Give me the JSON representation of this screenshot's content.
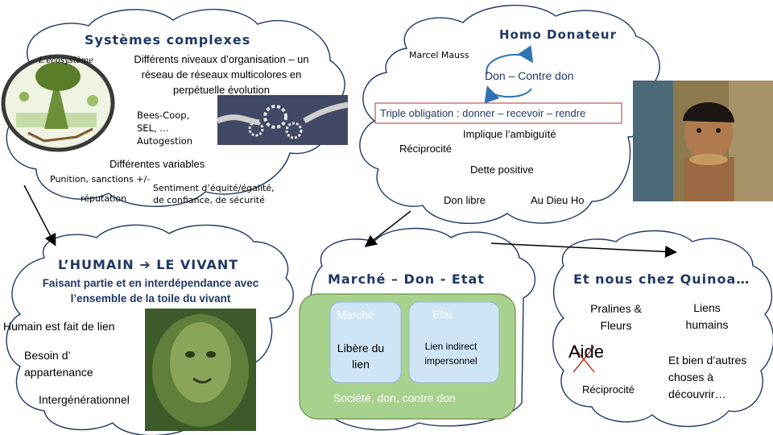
{
  "systemes": {
    "title": "Systèmes complexes",
    "desc": "Différents niveaux d’organisation – un réseau de réseaux multicolores en perpétuelle évolution",
    "examples": "Bees-Coop, SEL, … Autogestion",
    "variables_title": "Différentes variables",
    "var_punition": "Punition, sanctions +/-",
    "var_reputation": "réputation",
    "var_sentiment": "Sentiment d’équité/égalité, de confiance, de sécurité",
    "ecosystem_image_label": "L'écosystème"
  },
  "homo": {
    "title": "Homo Donateur",
    "author": "Marcel Mauss",
    "cycle": "Don – Contre don",
    "triple": "Triple obligation : donner – recevoir – rendre",
    "ambiguite": "Implique l’ambiguïté",
    "reciprocite": "Réciprocité",
    "dette": "Dette positive",
    "don_libre": "Don libre",
    "dieu": "Au Dieu Ho"
  },
  "humain": {
    "title_left": "L’HUMAIN",
    "title_right": "LE VIVANT",
    "subtitle": "Faisant partie et en interdépendance avec l’ensemble de la toile du vivant",
    "lien": "Humain est fait de lien",
    "besoin": "Besoin d’ appartenance",
    "inter": "Intergénérationnel"
  },
  "marche": {
    "title": "Marché – Don - Etat",
    "marche": "Marché",
    "etat": "Etat",
    "libere": "Libère du lien",
    "lien_indirect": "Lien indirect impersonnel",
    "societe": "Société, don, contre don"
  },
  "quinoa": {
    "title": "Et nous chez Quinoa…",
    "pralines": "Pralines & Fleurs",
    "liens": "Liens humains",
    "aide": "Aide",
    "reciprocite": "Réciprocité",
    "autres": "Et bien d’autres choses à découvrir…"
  },
  "colors": {
    "cloud_stroke": "#1f3864",
    "green_box": "#a9d18e",
    "green_box_border": "#6b8f4a",
    "title_blue": "#1f3864"
  }
}
